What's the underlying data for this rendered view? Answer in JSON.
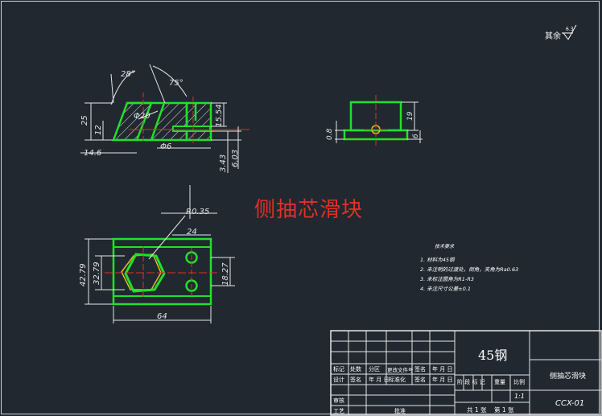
{
  "watermark_title": "侧抽芯滑块",
  "surface_finish": {
    "label": "其余",
    "value": "6.3"
  },
  "front_view_dims": {
    "angle_left": "28°",
    "angle_right": "75°",
    "hole_dia": "Φ20",
    "height_25": "25",
    "height_12": "12",
    "offset_14_6": "14.6",
    "pin_dia": "Φ6",
    "right_15_54": "15.54",
    "bottom_3_43": "3.43",
    "bottom_6_03": "6.03"
  },
  "side_view_dims": {
    "h19": "19",
    "h0_8": "0.8",
    "h6": "6"
  },
  "top_view_dims": {
    "radius": "R0.35",
    "width_24": "24",
    "h42_79": "42.79",
    "h32_79": "32.79",
    "h18_27": "18.27",
    "len64": "64"
  },
  "tech_requirements": {
    "title": "技术要求",
    "items": [
      "1. 材料为45钢",
      "2. 未注明的过渡处，倒角，夹角为Ra0.63",
      "3. 未标注圆角为R1-R3",
      "4. 未注尺寸公差±0.1"
    ]
  },
  "title_block": {
    "material": "45钢",
    "part_name": "侧抽芯滑块",
    "drawing_no": "CCX-01",
    "scale": "1:1",
    "sheet_total": "共 1 张",
    "sheet_no": "第 1 张",
    "row_labels": [
      "标记",
      "处数",
      "分区",
      "更改文件号",
      "签名",
      "年 月 日"
    ],
    "row2_labels": [
      "设计",
      "签名",
      "年 月 日",
      "标准化",
      "签名",
      "年 月 日"
    ],
    "stage_labels": [
      "阶 段 标 记",
      "重量",
      "比例"
    ],
    "review": "审核",
    "process": "工艺",
    "approve": "批准"
  }
}
